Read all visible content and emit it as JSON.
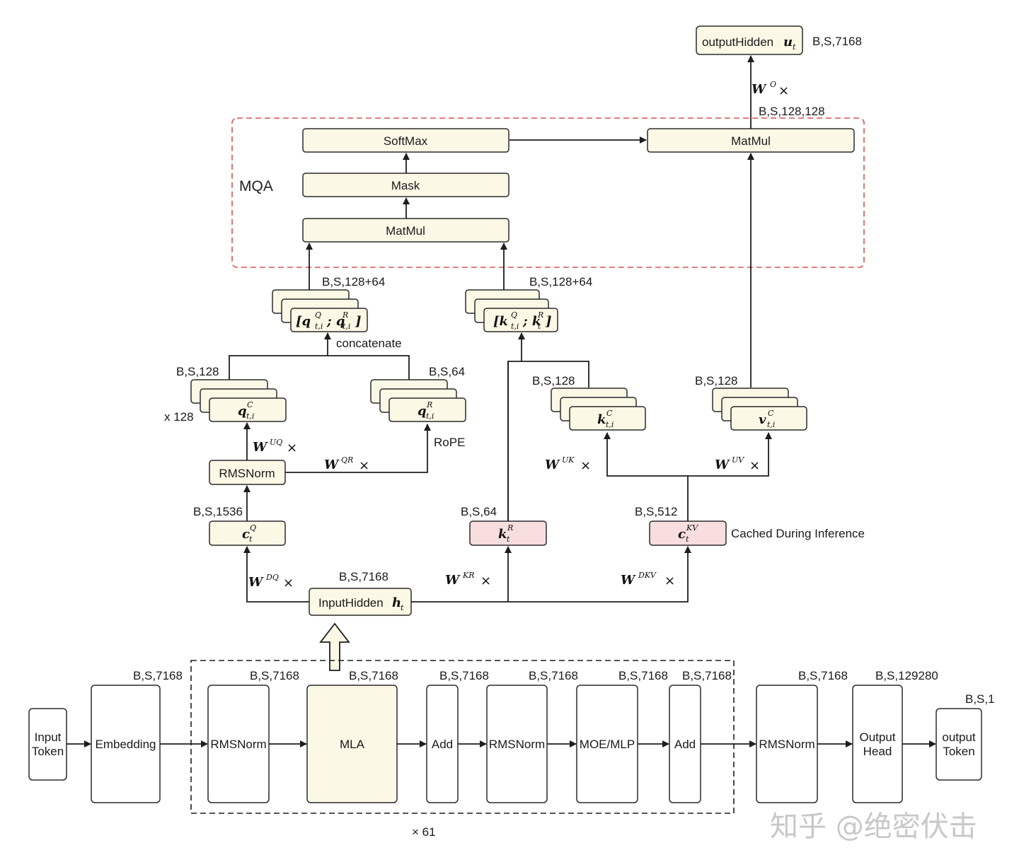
{
  "output_hidden": {
    "label": "outputHidden",
    "sym": "u",
    "sub": "t",
    "shape": "B,S,7168"
  },
  "wo": {
    "sym": "W",
    "sup": "O",
    "op": "×",
    "shape": "B,S,128,128"
  },
  "mqa": {
    "title": "MQA",
    "softmax": "SoftMax",
    "mask": "Mask",
    "matmul_left": "MatMul",
    "matmul_right": "MatMul"
  },
  "q_concat": {
    "shape": "B,S,128+64",
    "note": "concatenate"
  },
  "k_concat": {
    "shape": "B,S,128+64"
  },
  "qc": {
    "shape": "B,S,128",
    "repeat": "x 128",
    "sym": "q",
    "sup": "C",
    "sub": "t,i"
  },
  "qr": {
    "shape": "B,S,64",
    "op_note": "RoPE",
    "sym": "q",
    "sup": "R",
    "sub": "t,i"
  },
  "kc": {
    "shape": "B,S,128",
    "sym": "k",
    "sup": "C",
    "sub": "t,i"
  },
  "vc": {
    "shape": "B,S,128",
    "sym": "v",
    "sup": "C",
    "sub": "t,i"
  },
  "w_uq": {
    "sym": "W",
    "sup": "UQ",
    "op": "×"
  },
  "w_qr": {
    "sym": "W",
    "sup": "QR",
    "op": "×"
  },
  "w_uk": {
    "sym": "W",
    "sup": "UK",
    "op": "×"
  },
  "w_uv": {
    "sym": "W",
    "sup": "UV",
    "op": "×"
  },
  "w_dq": {
    "sym": "W",
    "sup": "DQ",
    "op": "×"
  },
  "w_kr": {
    "sym": "W",
    "sup": "KR",
    "op": "×"
  },
  "w_dkv": {
    "sym": "W",
    "sup": "DKV",
    "op": "×"
  },
  "rmsnorm_q": "RMSNorm",
  "cq": {
    "shape": "B,S,1536",
    "sym": "c",
    "sup": "Q",
    "sub": "t"
  },
  "kr": {
    "shape": "B,S,64",
    "sym": "k",
    "sup": "R",
    "sub": "t"
  },
  "ckv": {
    "shape": "B,S,512",
    "sym": "c",
    "sup": "KV",
    "sub": "t",
    "note": "Cached During Inference"
  },
  "input_hidden": {
    "label": "InputHidden",
    "sym": "h",
    "sub": "t",
    "shape": "B,S,7168"
  },
  "pipeline": [
    {
      "id": "input-token",
      "lines": [
        "Input",
        "Token"
      ],
      "shape": ""
    },
    {
      "id": "embedding",
      "lines": [
        "Embedding"
      ],
      "shape": "B,S,7168"
    },
    {
      "id": "rmsnorm-1",
      "lines": [
        "RMSNorm"
      ],
      "shape": "B,S,7168"
    },
    {
      "id": "mla",
      "lines": [
        "MLA"
      ],
      "shape": "B,S,7168"
    },
    {
      "id": "add-1",
      "lines": [
        "Add"
      ],
      "shape": "B,S,7168"
    },
    {
      "id": "rmsnorm-2",
      "lines": [
        "RMSNorm"
      ],
      "shape": "B,S,7168"
    },
    {
      "id": "moe-mlp",
      "lines": [
        "MOE/MLP"
      ],
      "shape": "B,S,7168"
    },
    {
      "id": "add-2",
      "lines": [
        "Add"
      ],
      "shape": "B,S,7168"
    },
    {
      "id": "rmsnorm-final",
      "lines": [
        "RMSNorm"
      ],
      "shape": "B,S,7168"
    },
    {
      "id": "output-head",
      "lines": [
        "Output",
        "Head"
      ],
      "shape": "B,S,129280"
    },
    {
      "id": "output-token",
      "lines": [
        "output",
        "Token"
      ],
      "shape": "B,S,1"
    }
  ],
  "repeat_label": "× 61",
  "watermark": "知乎 @绝密伏击"
}
